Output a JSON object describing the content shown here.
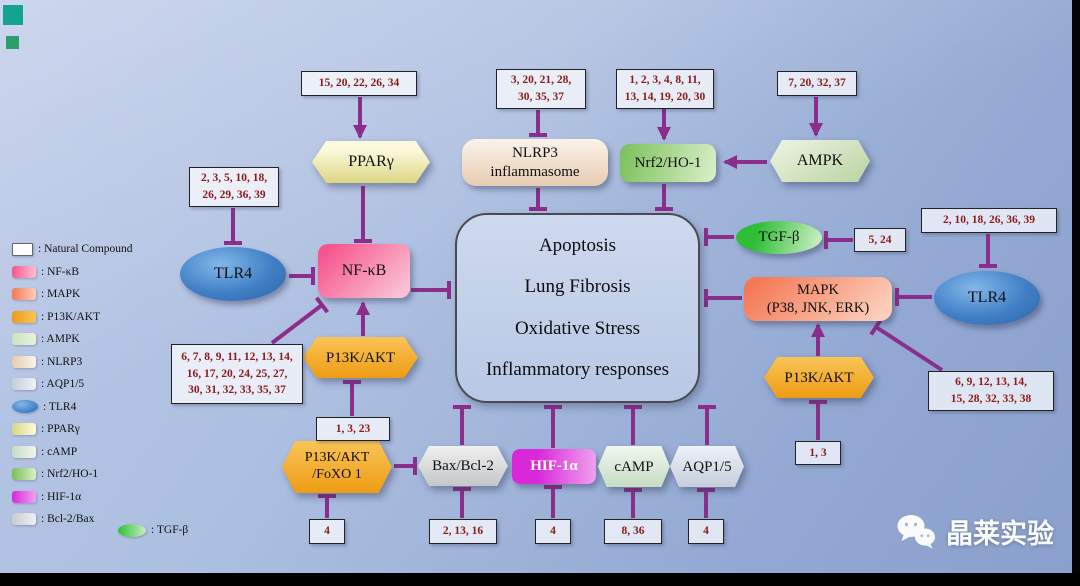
{
  "center": {
    "lines": [
      "Apoptosis",
      "Lung Fibrosis",
      "Oxidative Stress",
      "Inflammatory responses"
    ]
  },
  "nodes": {
    "pparg": "PPARγ",
    "nlrp3": "NLRP3\ninflammasome",
    "nrf2": "Nrf2/HO-1",
    "ampk": "AMPK",
    "tlr4_left": "TLR4",
    "nfkb": "NF-κB",
    "pi3k_left": "P13K/AKT",
    "pi3k_foxo": "P13K/AKT\n/FoXO 1",
    "bax": "Bax/Bcl-2",
    "hif": "HIF-1α",
    "camp": "cAMP",
    "aqp": "AQP1/5",
    "tgfb": "TGF-β",
    "mapk": "MAPK\n(P38, JNK, ERK)",
    "tlr4_right": "TLR4",
    "pi3k_right": "P13K/AKT"
  },
  "compound_boxes": {
    "pparg": "15, 20, 22, 26, 34",
    "nlrp3": "3, 20, 21, 28,\n30, 35, 37",
    "nrf2": "1, 2, 3, 4, 8, 11,\n13, 14, 19, 20, 30",
    "ampk": "7, 20, 32, 37",
    "tlr4_left": "2, 3, 5, 10, 18,\n26, 29, 36, 39",
    "nfkb": "6, 7, 8, 9, 11, 12, 13, 14,\n16, 17, 20, 24, 25, 27,\n30, 31, 32, 33, 35, 37",
    "pi3k_left": "1, 3, 23",
    "pi3k_foxo": "4",
    "bax": "2, 13, 16",
    "hif": "4",
    "camp": "8, 36",
    "aqp": "4",
    "tgfb": "5, 24",
    "tlr4_right": "2, 10, 18, 26, 36, 39",
    "mapk_diag": "6, 9, 12, 13, 14,\n15, 28, 32, 33, 38",
    "pi3k_right": "1, 3"
  },
  "legend": {
    "items": [
      {
        "label": ": Natural Compound",
        "color": "#ffffff"
      },
      {
        "label": ": NF-κB",
        "color": "#f6558d"
      },
      {
        "label": ": MAPK",
        "color": "#f47a57"
      },
      {
        "label": ": P13K/AKT",
        "color": "#ee9c14"
      },
      {
        "label": ": AMPK",
        "color": "#cfe2bc"
      },
      {
        "label": ": NLRP3",
        "color": "#e7ccb3"
      },
      {
        "label": ": AQP1/5",
        "color": "#c4cedb"
      },
      {
        "label": ": TLR4",
        "color": "#3674bd"
      },
      {
        "label": ": PPARγ",
        "color": "#dcd584"
      },
      {
        "label": ": cAMP",
        "color": "#c6dcc4"
      },
      {
        "label": ": Nrf2/HO-1",
        "color": "#79c058"
      },
      {
        "label": ": HIF-1α",
        "color": "#d928d9"
      },
      {
        "label": ": Bcl-2/Bax",
        "color": "#c9cbcd"
      },
      {
        "label": ": TGF-β",
        "color": "#2fbe37"
      }
    ]
  },
  "watermark": {
    "text": "晶莱实验"
  },
  "colors": {
    "edge": "#8B2E8B",
    "compound_text": "#8B1A1A",
    "background_top": "#b9c7e7",
    "background_bottom": "#8aa0cc",
    "center_box_fill": "#c3d1ea"
  }
}
